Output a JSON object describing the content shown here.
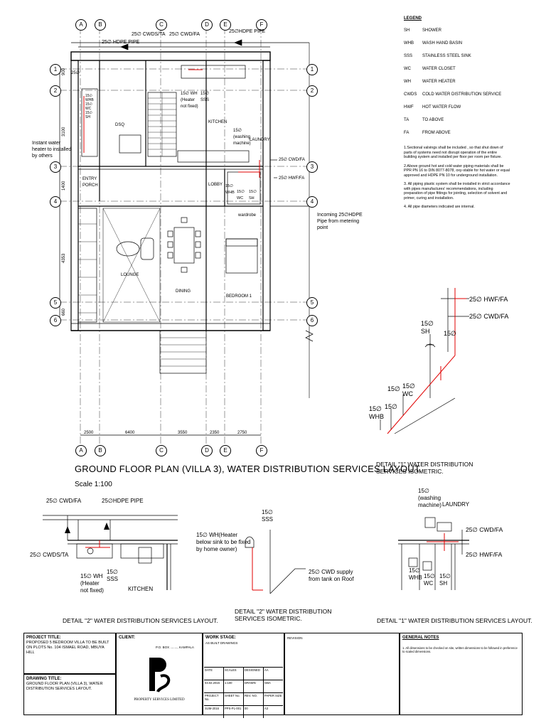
{
  "grid": {
    "top_letters": [
      "A",
      "B",
      "C",
      "D",
      "E",
      "F"
    ],
    "row_numbers": [
      "1",
      "2",
      "3",
      "4",
      "5",
      "6"
    ]
  },
  "dims": {
    "bottom": [
      "2500",
      "6400",
      "3550",
      "2350",
      "2750"
    ],
    "left": [
      "900",
      "3100",
      "1400",
      "4353",
      "660"
    ]
  },
  "plan_labels": {
    "hdpe_top_left": "25∅ HDPE PIPE",
    "cwds_ta": "25∅ CWDS/TA",
    "cwd_fa_top": "25∅ CWD/FA",
    "hdpe_top_right": "25∅HDPE PIPE",
    "pipe_25": "25∅",
    "wh_heater": "15∅ WH\n(Heater\nnot fixed)",
    "sss_15": "15∅\nSSS",
    "kitchen": "KITCHEN",
    "washing_machine": "15∅\n(washing\nmachine)",
    "laundry": "LAUNDRY",
    "dsq": "DSQ",
    "cwd_fa_right": "25∅ CWD/FA",
    "hwf_fa_right": "25∅ HWF/FA",
    "lobby": "LOBBY",
    "whb_plan": "15∅\nWHB",
    "wc_plan": "15∅\nWC",
    "sh_plan": "15∅\nSH",
    "entry_porch": "ENTRY\nPORCH",
    "wardrobe": "wardrobe",
    "incoming": "Incoming 25∅HDPE\nPipe from metering\npoint",
    "lounge": "LOUNGE",
    "dining": "DINING",
    "bedroom1": "BEDROOM 1",
    "instant_water": "Instant water\nheater to installed\nby others",
    "dsq_fixtures": "15∅\nWHB\n15∅\nWC\n15∅\nSH",
    "counter": "counter"
  },
  "main_title": "GROUND FLOOR PLAN (VILLA 3), WATER DISTRIBUTION SERVICES LAYOUT.",
  "scale": "Scale 1:100",
  "legend": {
    "title": "LEGEND",
    "items": [
      {
        "k": "SH",
        "v": "SHOWER"
      },
      {
        "k": "WHB",
        "v": "WASH HAND BASIN"
      },
      {
        "k": "SSS",
        "v": "STAINLESS STEEL SINK"
      },
      {
        "k": "WC",
        "v": "WATER CLOSET"
      },
      {
        "k": "WH",
        "v": "WATER HEATER"
      },
      {
        "k": "CWDS",
        "v": "COLD WATER DISTRIBUTION SERVICE"
      },
      {
        "k": "HWF",
        "v": "HOT WATER FLOW"
      },
      {
        "k": "TA",
        "v": "TO ABOVE"
      },
      {
        "k": "FA",
        "v": "FROM ABOVE"
      }
    ]
  },
  "notes": [
    "1.Sectional valvings shall be included , so that shut down of parts of systems need not disrupt operation of the entire building system and installed per floor per room per fixture.",
    "2.Above ground hot and cold water piping materials shall be PPR PN 16 to DIN 8077-8078, oxy-stable for hot water or equal approved and HDPE PN 10 for underground installation.",
    "3. All piping plastic system shall be installed in strict accordance with pipes manufactures' recommendations, including preparation of pipe fittings for jointing, selection of solvent and primer, curing and installation.",
    "4. All pipe diameters indicated are internal."
  ],
  "iso1": {
    "hwf": "25∅ HWF/FA",
    "cwd": "25∅ CWD/FA",
    "sh": "15∅\nSH",
    "p15": "15∅",
    "wc": "15∅\nWC",
    "whb": "15∅\nWHB",
    "p15b": "15∅",
    "p15c": "15∅",
    "title": "DETAIL \"1\" WATER DISTRIBUTION\nSERVICES ISOMETRIC."
  },
  "det2": {
    "cwd": "25∅ CWD/FA",
    "hdpe": "25∅HDPE PIPE",
    "cwds": "25∅ CWDS/TA",
    "wh": "15∅ WH\n(Heater\nnot fixed)",
    "sss": "15∅\nSSS",
    "kitchen": "KITCHEN",
    "title": "DETAIL \"2\" WATER DISTRIBUTION SERVICES LAYOUT."
  },
  "iso2": {
    "sss": "15∅\nSSS",
    "wh": "15∅ WH(Heater\nbelow sink to be fixed\nby home owner)",
    "cwd": "25∅ CWD supply\nfrom tank on Roof",
    "title": "DETAIL \"2\" WATER DISTRIBUTION\nSERVICES ISOMETRIC."
  },
  "det1": {
    "wm": "15∅\n(washing\nmachine)",
    "laundry": "LAUNDRY",
    "cwd": "25∅ CWD/FA",
    "hwf": "25∅ HWF/FA",
    "whb": "15∅\nWHB",
    "wc": "15∅\nWC",
    "sh": "15∅\nSH",
    "title": "DETAIL \"1\" WATER DISTRIBUTION SERVICES LAYOUT."
  },
  "titleblock": {
    "project_label": "PROJECT TITLE:",
    "project": "PROPOSED 5 BEDROOM VILLA TO BE BUILT ON PLOTS No. 104 ISMAEL ROAD, MBUYA HILL",
    "drawing_label": "DRAWING TITLE:",
    "drawing": "GROUND FLOOR PLAN (VILLA 3), WATER DISTRIBUTION SERVICES LAYOUT.",
    "client_label": "CLIENT:",
    "client_addr": "P.O. BOX ........, KAMPALA",
    "logo_text": "PROPERTY SERVICES LIMITED",
    "work_label": "WORK STAGE:",
    "work": "AS BUILT DRAWINGS",
    "revision": "REVISION",
    "general_notes": "GENERAL NOTES",
    "gn1": "1. All dimensions to be checked on site, written dimensions to be followed in preference to scaled dimensions.",
    "cells": [
      [
        "DATE",
        "SCALES",
        "DESIGNED",
        "AA"
      ],
      [
        "03.02.2015",
        "1:100",
        "DRAWN",
        "GBA"
      ],
      [
        "PROJECT No.",
        "SHEET No.",
        "REV. NO.",
        "PAPER SIZE"
      ],
      [
        "SUM-2016",
        "PPS-PL-001",
        "00",
        "A3"
      ]
    ]
  }
}
